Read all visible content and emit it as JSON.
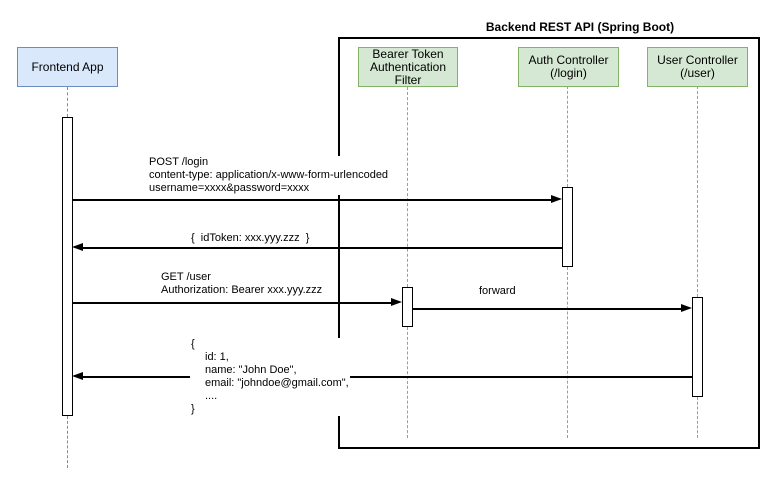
{
  "diagram": {
    "frame_title": "Backend REST API (Spring Boot)",
    "participants": [
      {
        "id": "frontend-app",
        "label": "Frontend App",
        "fill": "#dae8fc",
        "stroke": "#6c8ebf"
      },
      {
        "id": "bearer-token-filter",
        "label": "Bearer Token Authentication Filter",
        "fill": "#d5e8d4",
        "stroke": "#82b366"
      },
      {
        "id": "auth-controller",
        "label": "Auth Controller (/login)",
        "fill": "#d5e8d4",
        "stroke": "#82b366"
      },
      {
        "id": "user-controller",
        "label": "User Controller (/user)",
        "fill": "#d5e8d4",
        "stroke": "#82b366"
      }
    ],
    "messages": [
      {
        "name": "post-login",
        "from": "Frontend App",
        "to": "Auth Controller (/login)",
        "lines": [
          "POST /login",
          "content-type: application/x-www-form-urlencoded",
          "username=xxxx&password=xxxx"
        ]
      },
      {
        "name": "idtoken-response",
        "from": "Auth Controller (/login)",
        "to": "Frontend App",
        "lines": [
          "{  idToken: xxx.yyy.zzz  }"
        ]
      },
      {
        "name": "get-user",
        "from": "Frontend App",
        "to": "Bearer Token Authentication Filter",
        "lines": [
          "GET /user",
          "Authorization: Bearer xxx.yyy.zzz"
        ]
      },
      {
        "name": "forward",
        "from": "Bearer Token Authentication Filter",
        "to": "User Controller (/user)",
        "lines": [
          "forward"
        ]
      },
      {
        "name": "user-response",
        "from": "User Controller (/user)",
        "to": "Frontend App",
        "lines": [
          "{",
          "id: 1,",
          "name: \"John Doe\",",
          "email: \"johndoe@gmail.com\",",
          "....",
          "}"
        ]
      }
    ],
    "colors": {
      "frontend_fill": "#dae8fc",
      "frontend_stroke": "#6c8ebf",
      "backend_fill": "#d5e8d4",
      "backend_stroke": "#82b366",
      "frame_stroke": "#000000",
      "message_color": "#000000"
    }
  }
}
